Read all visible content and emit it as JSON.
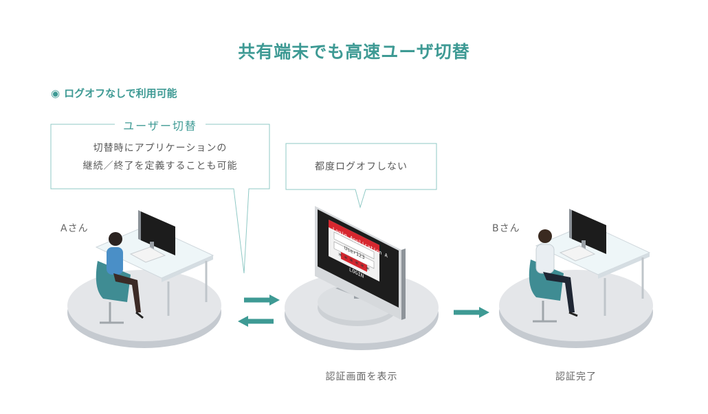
{
  "title": "共有端末でも高速ユーザ切替",
  "subtitle": {
    "bullet": "◉",
    "text": "ログオフなしで利用可能"
  },
  "callout_user_switch": {
    "title": "ユーザー切替",
    "line1": "切替時にアプリケーションの",
    "line2": "継続／終了を定義することも可能"
  },
  "callout_no_logoff": {
    "text": "都度ログオフしない"
  },
  "monitor_screen": {
    "header": "Login Application A",
    "user_field": "User123",
    "password_field": "＊＊＊＊＊＊",
    "login_button": "LOGIN"
  },
  "people": {
    "user_a": "Aさん",
    "user_b": "Bさん"
  },
  "captions": {
    "center": "認証画面を表示",
    "right": "認証完了"
  },
  "colors": {
    "accent": "#3e9a94",
    "callout_border": "#8fc9c5",
    "screen_red": "#d7272f"
  }
}
